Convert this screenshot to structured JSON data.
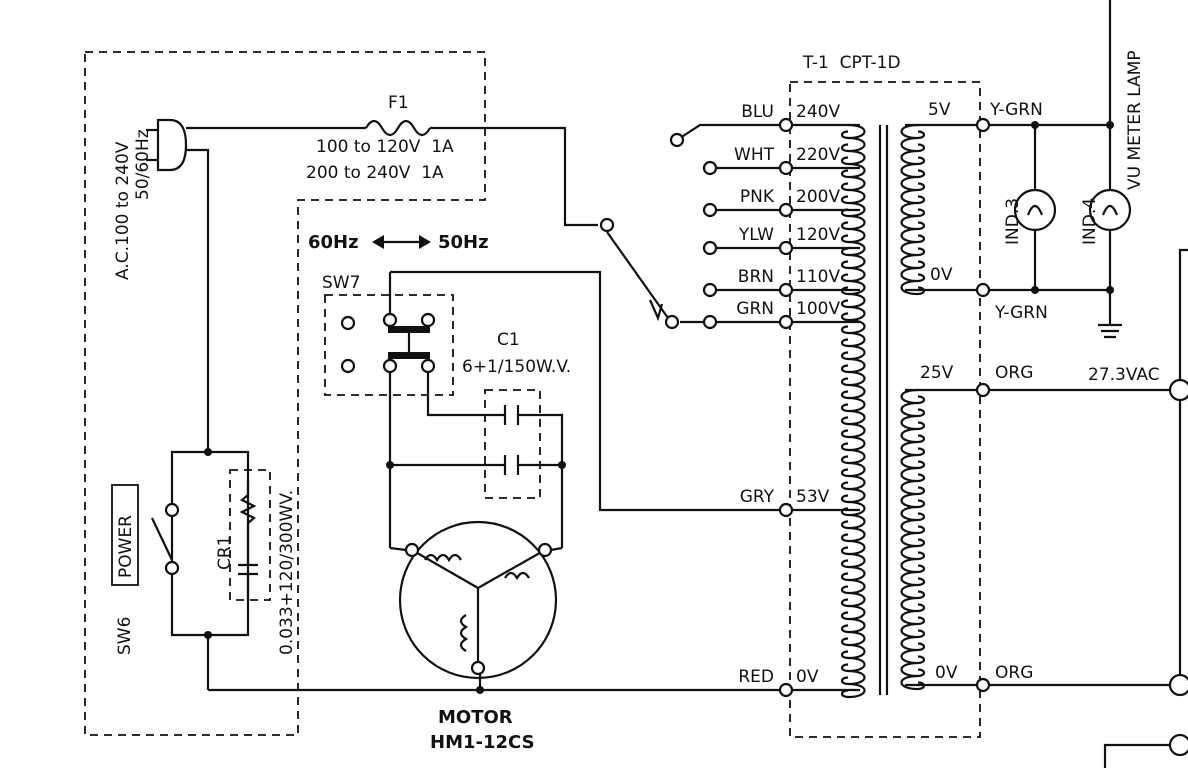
{
  "power_input": {
    "line1": "A.C.100 to 240V",
    "line2": "50/60Hz"
  },
  "fuse": {
    "name": "F1",
    "rating_low": "100 to 120V  1A",
    "rating_high": "200 to 240V  1A"
  },
  "freq_switch": {
    "label": "60Hz",
    "label2": "50Hz",
    "name": "SW7"
  },
  "capacitor_c1": {
    "name": "C1",
    "value": "6+1/150W.V."
  },
  "power_switch": {
    "name": "SW6",
    "label": "POWER"
  },
  "cr1": {
    "name": "CR1",
    "value": "0.033+120/300WV."
  },
  "motor": {
    "line1": "MOTOR",
    "line2": "HM1-12CS"
  },
  "transformer": {
    "name": "T-1  CPT-1D",
    "primary_taps": [
      {
        "color": "BLU",
        "voltage": "240V"
      },
      {
        "color": "WHT",
        "voltage": "220V"
      },
      {
        "color": "PNK",
        "voltage": "200V"
      },
      {
        "color": "YLW",
        "voltage": "120V"
      },
      {
        "color": "BRN",
        "voltage": "110V"
      },
      {
        "color": "GRN",
        "voltage": "100V"
      },
      {
        "color": "GRY",
        "voltage": "53V"
      },
      {
        "color": "RED",
        "voltage": "0V"
      }
    ],
    "secondary": {
      "v5": "5V",
      "v5_wire": "Y-GRN",
      "v0a": "0V",
      "v0a_wire": "Y-GRN",
      "v25": "25V",
      "v25_wire": "ORG",
      "v0b": "0V",
      "v0b_wire": "ORG"
    }
  },
  "lamps": {
    "ind3": "IND.3",
    "ind4": "IND.4",
    "vu": "VU METER LAMP"
  },
  "output": {
    "voltage": "27.3VAC"
  }
}
